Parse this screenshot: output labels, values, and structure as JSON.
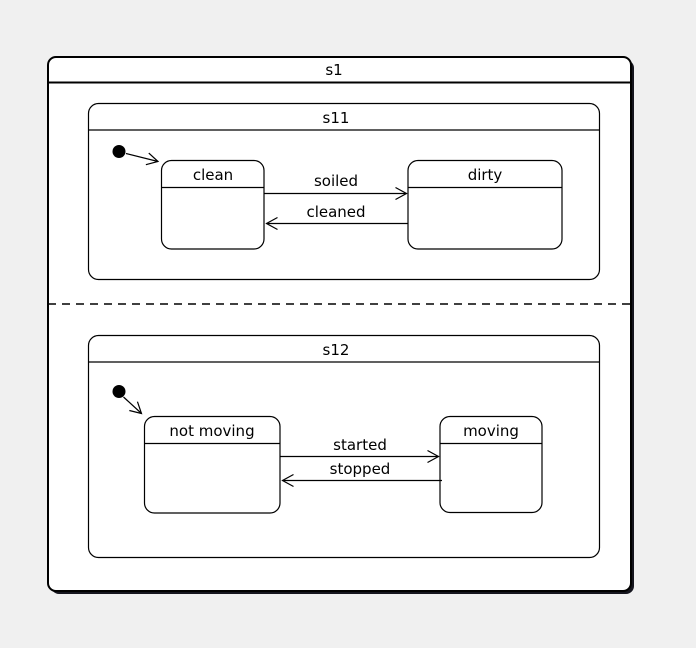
{
  "colors": {
    "page_background": "#f0f0f0",
    "diagram_fill": "#ffffff",
    "line_color": "#000000",
    "drop_shadow": "#15151e"
  },
  "statechart": {
    "root": {
      "name": "s1"
    },
    "regions": [
      {
        "name": "s11",
        "initial_target": "clean",
        "states": [
          {
            "name": "clean"
          },
          {
            "name": "dirty"
          }
        ],
        "transitions": [
          {
            "event": "soiled",
            "from": "clean",
            "to": "dirty"
          },
          {
            "event": "cleaned",
            "from": "dirty",
            "to": "clean"
          }
        ]
      },
      {
        "name": "s12",
        "initial_target": "not moving",
        "states": [
          {
            "name": "not moving"
          },
          {
            "name": "moving"
          }
        ],
        "transitions": [
          {
            "event": "started",
            "from": "not moving",
            "to": "moving"
          },
          {
            "event": "stopped",
            "from": "moving",
            "to": "not moving"
          }
        ]
      }
    ]
  }
}
